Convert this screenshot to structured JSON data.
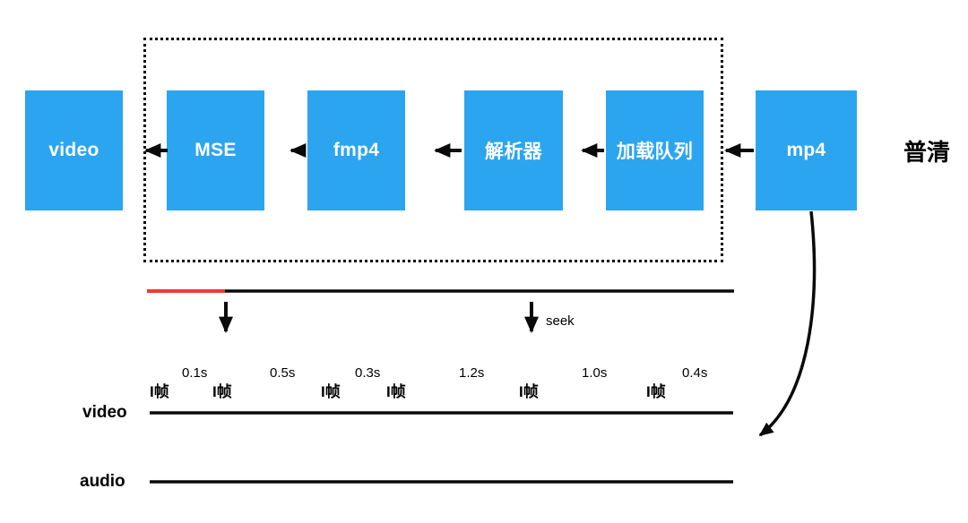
{
  "diagram": {
    "title_hint": "mp4 to MSE playback pipeline",
    "pipeline": {
      "nodes": [
        {
          "id": "video",
          "label": "video"
        },
        {
          "id": "mse",
          "label": "MSE"
        },
        {
          "id": "fmp4",
          "label": "fmp4"
        },
        {
          "id": "parser",
          "label": "解析器"
        },
        {
          "id": "load-queue",
          "label": "加载队列"
        },
        {
          "id": "mp4",
          "label": "mp4"
        }
      ],
      "quality_label": "普清",
      "flow_direction": "right-to-left"
    },
    "progress_bar": {
      "buffered_color": "#EE3B33",
      "remaining_color": "#111111"
    },
    "timeline": {
      "seek_label": "seek",
      "frame_label": "I帧",
      "frame_count": 6,
      "gaps": [
        "0.1s",
        "0.5s",
        "0.3s",
        "1.2s",
        "1.0s",
        "0.4s"
      ],
      "video_track_label": "video",
      "audio_track_label": "audio"
    },
    "colors": {
      "node_blue": "#2BA5F0",
      "progress_red": "#EE3B33",
      "line_black": "#111111",
      "node_text": "#FFFFFF"
    }
  }
}
